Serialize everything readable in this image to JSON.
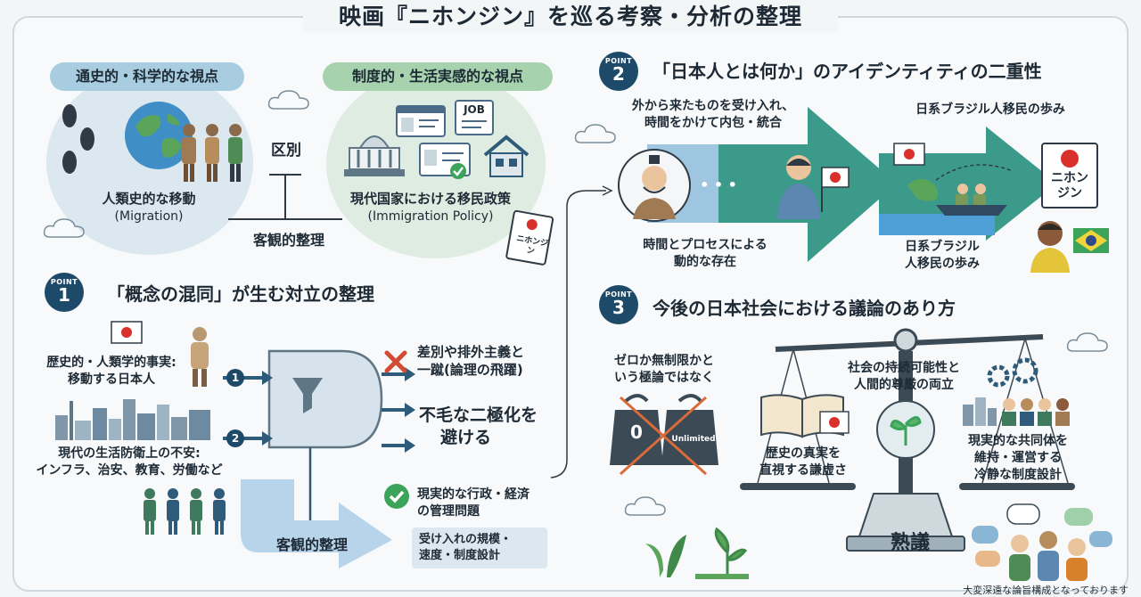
{
  "title": "映画『ニホンジン』を巡る考察・分析の整理",
  "top_left": {
    "pill_left": "通史的・科学的な視点",
    "pill_right": "制度的・生活実感的な視点",
    "migration_jp": "人類史的な移動",
    "migration_en": "(Migration)",
    "policy_jp": "現代国家における移民政策",
    "policy_en": "(Immigration Policy)",
    "distinction": "区別",
    "objective": "客観的整理",
    "job_label": "JOB",
    "booklet": "ニホンジン"
  },
  "point1": {
    "label": "POINT",
    "num": "1",
    "heading": "「概念の混同」が生む対立の整理",
    "input1_line1": "歴史的・人類学的事実:",
    "input1_line2": "移動する日本人",
    "input2_line1": "現代の生活防衛上の不安:",
    "input2_line2": "インフラ、治安、教育、労働など",
    "n1": "1",
    "n2": "2",
    "out1_line1": "差別や排外主義と",
    "out1_line2": "一蹴(論理の飛躍)",
    "out2_line1": "不毛な二極化を",
    "out2_line2": "避ける",
    "out3_line1": "現実的な行政・経済",
    "out3_line2": "の管理問題",
    "sub_line1": "受け入れの規模・",
    "sub_line2": "速度・制度設計",
    "objective": "客観的整理"
  },
  "point2": {
    "label": "POINT",
    "num": "2",
    "heading": "「日本人とは何か」のアイデンティティの二重性",
    "top_left_line1": "外から来たものを受け入れ、",
    "top_left_line2": "時間をかけて内包・統合",
    "top_right": "日系ブラジル人移民の歩み",
    "bottom_left_line1": "時間とプロセスによる",
    "bottom_left_line2": "動的な存在",
    "bottom_right_line1": "日系ブラジル",
    "bottom_right_line2": "人移民の歩み",
    "dots": "• • •",
    "badge_line1": "ニホン",
    "badge_line2": "ジン"
  },
  "point3": {
    "label": "POINT",
    "num": "3",
    "heading": "今後の日本社会における議論のあり方",
    "left_line1": "ゼロか無制限かと",
    "left_line2": "いう極論ではなく",
    "zero": "0",
    "unlimited": "Unlimited",
    "center_line1": "社会の持続可能性と",
    "center_line2": "人間的尊厳の両立",
    "book_line1": "歴史の真実を",
    "book_line2": "直視する謙虚さ",
    "right_line1": "現実的な共同体を",
    "right_line2": "維持・運営する",
    "right_line3": "冷静な制度設計",
    "base": "熟議"
  },
  "footer_note": "大変深遠な論旨構成となっております"
}
